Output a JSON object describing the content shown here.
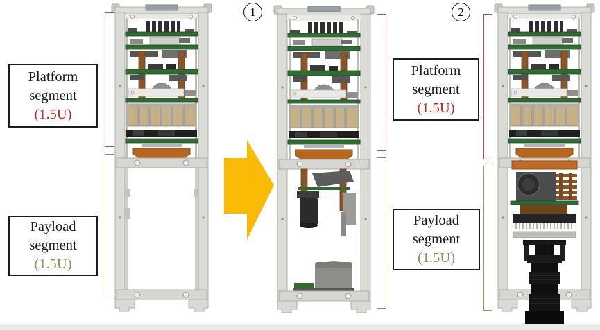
{
  "labels": {
    "platform": {
      "line1": "Platform",
      "line2": "segment",
      "unit": "(1.5U)"
    },
    "payload": {
      "line1": "Payload",
      "line2": "segment",
      "unit": "(1.5U)"
    }
  },
  "step_markers": {
    "first": "1",
    "second": "2"
  },
  "colors": {
    "platform_unit_red": "#d42420",
    "payload_unit_green": "#7d9b57",
    "bracket_red": "#c5423a",
    "bracket_green": "#7f9e5f",
    "arrow_yellow": "#fabb06",
    "label_box_border": "#1c1c1c",
    "satellite_frame_gray": "#dadad6",
    "pcb_green": "#2f6d33",
    "battery_tan": "#c6b086",
    "copper_orange": "#b5671f"
  },
  "illustrations": {
    "left_satellite": "cubesat-3u-structure-empty-payload-render",
    "middle_satellite": "cubesat-3u-structure-payload-components-render",
    "right_satellite": "cubesat-3u-structure-full-assembly-telescope-render",
    "transition_arrow": "yellow-right-block-arrow"
  }
}
